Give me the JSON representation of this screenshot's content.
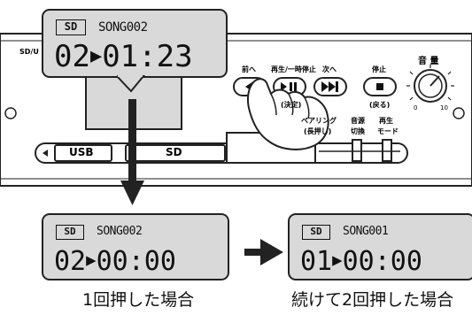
{
  "display_top": {
    "media": "SD",
    "song": "SONG002",
    "track": "02",
    "time": "01:23"
  },
  "display_after_one": {
    "media": "SD",
    "song": "SONG002",
    "track": "02",
    "time": "00:00"
  },
  "display_after_two": {
    "media": "SD",
    "song": "SONG001",
    "track": "01",
    "time": "00:00"
  },
  "panel": {
    "model_label": "SD/U",
    "btn_prev_label": "前へ",
    "btn_play_label_line1": "再生/一時停止",
    "btn_play_label_line2": "(決定)",
    "btn_next_label": "次へ",
    "btn_stop_label_line1": "停止",
    "btn_stop_label_line2": "(戻る)",
    "volume_label": "音 量",
    "volume_min": "0",
    "volume_max": "10",
    "pairing_label_line1": "ペアリング",
    "pairing_label_line2": "(長押し)",
    "source_switch_line1": "音源",
    "source_switch_line2": "切換",
    "play_mode_line1": "再生",
    "play_mode_line2": "モード",
    "usb_slot_label": "USB",
    "sd_slot_label": "SD"
  },
  "captions": {
    "one_press": "1回押した場合",
    "two_press": "続けて2回押した場合"
  }
}
